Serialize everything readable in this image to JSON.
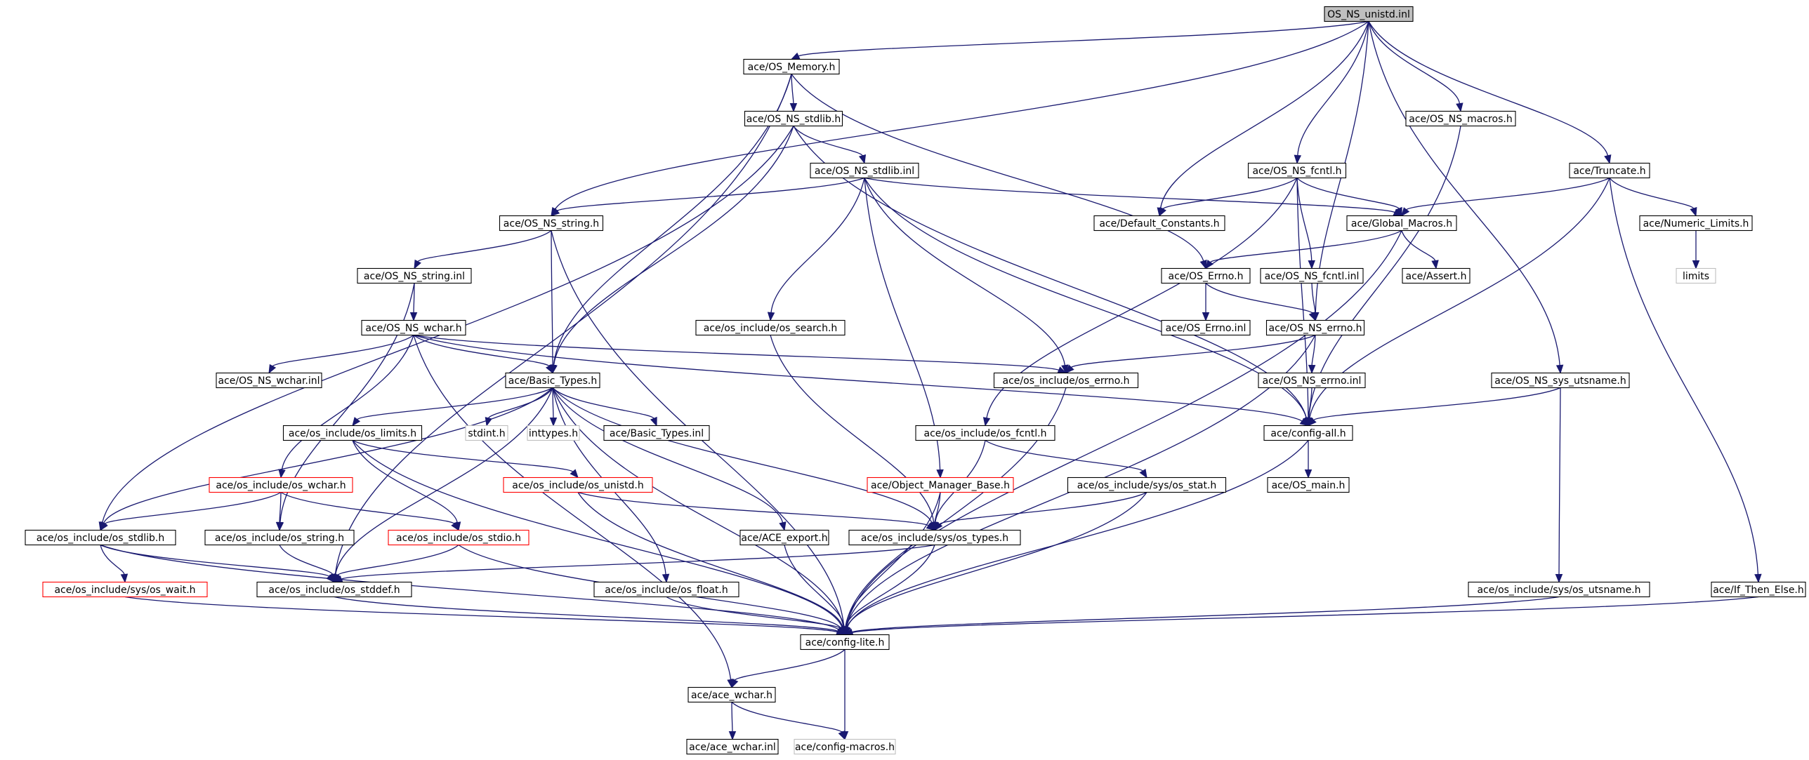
{
  "nodes": {
    "root": "OS_NS_unistd.inl",
    "os_memory_h": "ace/OS_Memory.h",
    "os_ns_macros_h": "ace/OS_NS_macros.h",
    "os_ns_stdlib_h": "ace/OS_NS_stdlib.h",
    "os_ns_fcntl_h": "ace/OS_NS_fcntl.h",
    "truncate_h": "ace/Truncate.h",
    "os_ns_stdlib_inl": "ace/OS_NS_stdlib.inl",
    "os_ns_string_h": "ace/OS_NS_string.h",
    "default_constants_h": "ace/Default_Constants.h",
    "global_macros_h": "ace/Global_Macros.h",
    "numeric_limits_h": "ace/Numeric_Limits.h",
    "os_ns_string_inl": "ace/OS_NS_string.inl",
    "os_errno_h": "ace/OS_Errno.h",
    "os_ns_fcntl_inl": "ace/OS_NS_fcntl.inl",
    "assert_h": "ace/Assert.h",
    "limits": "limits",
    "os_ns_wchar_h": "ace/OS_NS_wchar.h",
    "os_search_h": "ace/os_include/os_search.h",
    "os_errno_inl": "ace/OS_Errno.inl",
    "os_ns_errno_h": "ace/OS_NS_errno.h",
    "os_ns_wchar_inl": "ace/OS_NS_wchar.inl",
    "basic_types_h": "ace/Basic_Types.h",
    "os_include_errno_h": "ace/os_include/os_errno.h",
    "os_ns_errno_inl": "ace/OS_NS_errno.inl",
    "os_ns_sys_utsname_h": "ace/OS_NS_sys_utsname.h",
    "os_limits_h": "ace/os_include/os_limits.h",
    "stdint_h": "stdint.h",
    "inttypes_h": "inttypes.h",
    "basic_types_inl": "ace/Basic_Types.inl",
    "os_fcntl_h": "ace/os_include/os_fcntl.h",
    "config_all_h": "ace/config-all.h",
    "os_wchar_h": "ace/os_include/os_wchar.h",
    "os_unistd_h": "ace/os_include/os_unistd.h",
    "object_manager_base_h": "ace/Object_Manager_Base.h",
    "os_stat_h": "ace/os_include/sys/os_stat.h",
    "os_main_h": "ace/OS_main.h",
    "os_stdlib_h": "ace/os_include/os_stdlib.h",
    "os_string_h": "ace/os_include/os_string.h",
    "os_stdio_h": "ace/os_include/os_stdio.h",
    "ace_export_h": "ace/ACE_export.h",
    "os_types_h": "ace/os_include/sys/os_types.h",
    "os_wait_h": "ace/os_include/sys/os_wait.h",
    "os_stddef_h": "ace/os_include/os_stddef.h",
    "os_float_h": "ace/os_include/os_float.h",
    "os_utsname_h": "ace/os_include/sys/os_utsname.h",
    "if_then_else_h": "ace/If_Then_Else.h",
    "config_lite_h": "ace/config-lite.h",
    "ace_wchar_h": "ace/ace_wchar.h",
    "ace_wchar_inl": "ace/ace_wchar.inl",
    "config_macros_h": "ace/config-macros.h"
  },
  "colors": {
    "edge": "#191970",
    "node_border": "#000000",
    "missing_border": "#ff0000",
    "external_border": "#bfbfbf",
    "root_fill": "#bfbfbf"
  }
}
